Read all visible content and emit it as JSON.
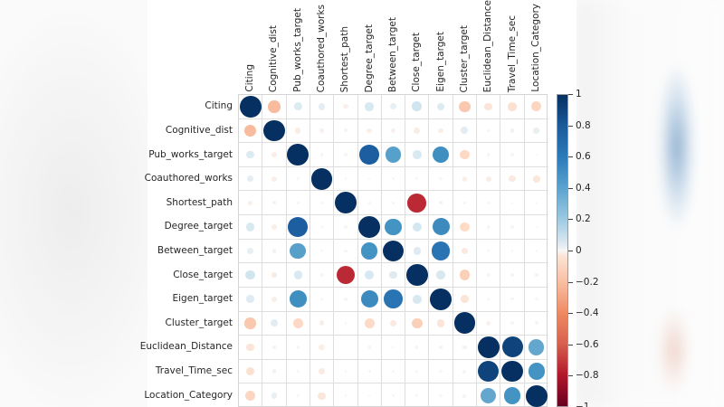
{
  "figure": {
    "background_color": "#ffffff",
    "page_background_color": "#fbfbfb"
  },
  "colorbar": {
    "name": "correlation-colorbar",
    "vmin": -1,
    "vmax": 1,
    "colormap": "RdBu",
    "ticks": [
      {
        "value": 1,
        "label": "1"
      },
      {
        "value": 0.8,
        "label": "0.8"
      },
      {
        "value": 0.6,
        "label": "0.6"
      },
      {
        "value": 0.4,
        "label": "0.4"
      },
      {
        "value": 0.2,
        "label": "0.2"
      },
      {
        "value": 0,
        "label": "0"
      },
      {
        "value": -0.2,
        "label": "−0.2"
      },
      {
        "value": -0.4,
        "label": "−0.4"
      },
      {
        "value": -0.6,
        "label": "−0.6"
      },
      {
        "value": -0.8,
        "label": "−0.8"
      },
      {
        "value": -1,
        "label": "−1"
      }
    ]
  },
  "chart_data": {
    "type": "heatmap",
    "title": "",
    "xlabel": "",
    "ylabel": "",
    "grid": true,
    "legend_position": "right",
    "marker": "circle-area-scaled-by-absolute-correlation",
    "colormap": "RdBu",
    "zlim": [
      -1,
      1
    ],
    "categories": [
      "Citing",
      "Cognitive_dist",
      "Pub_works_target",
      "Coauthored_works",
      "Shortest_path",
      "Degree_target",
      "Between_target",
      "Close_target",
      "Eigen_target",
      "Cluster_target",
      "Euclidean_Distance",
      "Travel_Time_sec",
      "Location_Category"
    ],
    "x": [
      "Citing",
      "Cognitive_dist",
      "Pub_works_target",
      "Coauthored_works",
      "Shortest_path",
      "Degree_target",
      "Between_target",
      "Close_target",
      "Eigen_target",
      "Cluster_target",
      "Euclidean_Distance",
      "Travel_Time_sec",
      "Location_Category"
    ],
    "matrix": [
      [
        1.0,
        -0.32,
        0.14,
        0.1,
        -0.05,
        0.16,
        0.09,
        0.2,
        0.13,
        -0.27,
        -0.13,
        -0.16,
        -0.22
      ],
      [
        -0.32,
        1.0,
        -0.07,
        -0.06,
        -0.03,
        -0.06,
        -0.04,
        -0.08,
        -0.06,
        0.11,
        0.02,
        0.04,
        0.08
      ],
      [
        0.14,
        -0.07,
        1.0,
        -0.02,
        -0.02,
        0.83,
        0.55,
        0.16,
        0.62,
        -0.21,
        -0.02,
        -0.02,
        -0.01
      ],
      [
        0.1,
        -0.06,
        -0.02,
        1.0,
        -0.01,
        -0.01,
        -0.01,
        -0.02,
        -0.02,
        -0.06,
        -0.07,
        -0.09,
        -0.12
      ],
      [
        -0.05,
        -0.03,
        -0.02,
        -0.01,
        1.0,
        -0.02,
        -0.02,
        -0.75,
        -0.03,
        -0.01,
        -0.01,
        -0.01,
        -0.01
      ],
      [
        0.16,
        -0.06,
        0.83,
        -0.01,
        -0.02,
        1.0,
        0.6,
        0.18,
        0.64,
        -0.2,
        -0.02,
        -0.02,
        -0.01
      ],
      [
        0.09,
        -0.04,
        0.55,
        -0.01,
        -0.02,
        0.6,
        1.0,
        0.13,
        0.74,
        -0.1,
        -0.01,
        -0.01,
        -0.01
      ],
      [
        0.2,
        -0.08,
        0.16,
        -0.02,
        -0.75,
        0.18,
        0.13,
        1.0,
        0.17,
        -0.24,
        -0.02,
        -0.02,
        -0.02
      ],
      [
        0.13,
        -0.06,
        0.62,
        -0.02,
        -0.03,
        0.64,
        0.74,
        0.17,
        1.0,
        -0.13,
        -0.02,
        -0.02,
        -0.02
      ],
      [
        -0.27,
        0.11,
        -0.21,
        -0.06,
        -0.01,
        -0.2,
        -0.1,
        -0.24,
        -0.13,
        1.0,
        -0.04,
        -0.03,
        -0.03
      ],
      [
        -0.13,
        0.02,
        -0.02,
        -0.07,
        -0.01,
        -0.02,
        -0.01,
        -0.02,
        -0.02,
        -0.04,
        1.0,
        0.93,
        0.52
      ],
      [
        -0.16,
        0.04,
        -0.02,
        -0.09,
        -0.01,
        -0.02,
        -0.01,
        -0.02,
        -0.02,
        -0.03,
        0.93,
        1.0,
        0.6
      ],
      [
        -0.22,
        0.08,
        -0.01,
        -0.12,
        -0.01,
        -0.01,
        -0.01,
        -0.02,
        -0.02,
        -0.03,
        0.52,
        0.6,
        1.0
      ]
    ]
  }
}
